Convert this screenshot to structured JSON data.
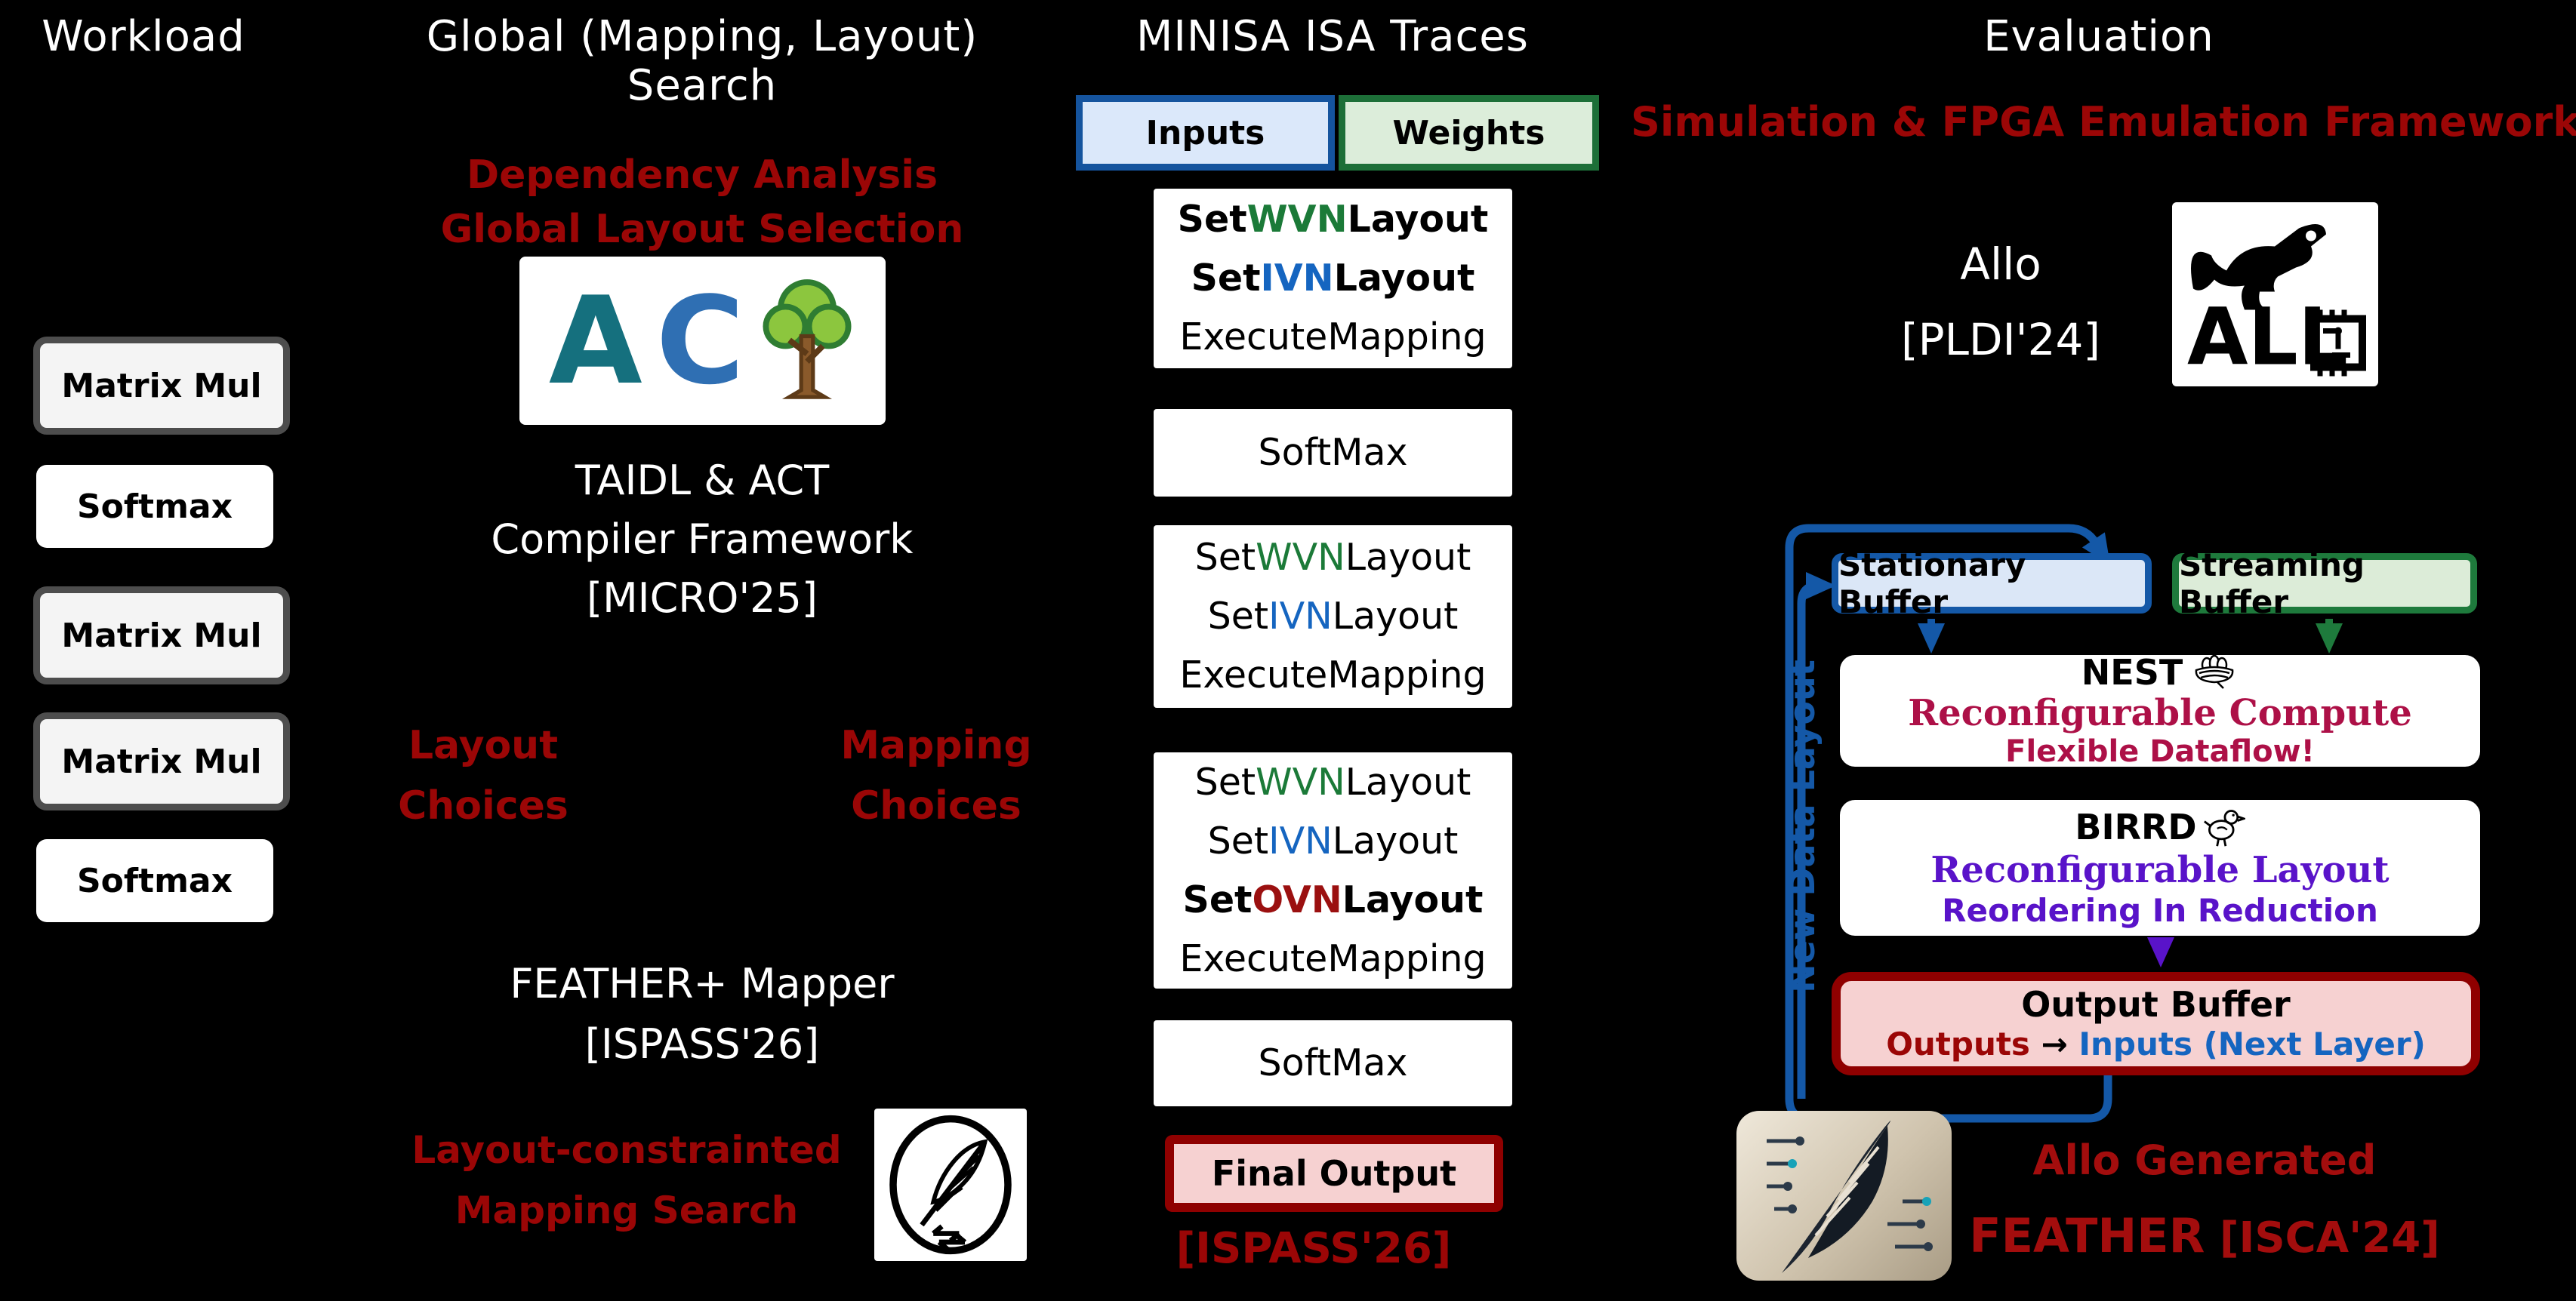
{
  "workload": {
    "title": "Workload",
    "boxes": [
      {
        "label": "Matrix Mul"
      },
      {
        "label": "Softmax"
      },
      {
        "label": "Matrix Mul"
      },
      {
        "label": "Matrix Mul"
      },
      {
        "label": "Softmax"
      }
    ]
  },
  "search": {
    "title": "Global (Mapping, Layout) Search",
    "dependency_line1": "Dependency Analysis",
    "dependency_line2": "Global Layout Selection",
    "act_logo_a": "A",
    "act_logo_c": "C",
    "act_caption_line1": "TAIDL & ACT",
    "act_caption_line2": "Compiler Framework",
    "act_caption_line3": "[MICRO'25]",
    "layout_choices_line1": "Layout",
    "layout_choices_line2": "Choices",
    "mapping_choices_line1": "Mapping",
    "mapping_choices_line2": "Choices",
    "mapper_line1": "FEATHER+ Mapper",
    "mapper_line2": "[ISPASS'26]",
    "constraint_line1": "Layout-constrainted",
    "constraint_line2": "Mapping Search"
  },
  "traces": {
    "title": "MINISA ISA Traces",
    "inputs_label": "Inputs",
    "weights_label": "Weights",
    "trace1": {
      "l1_pre": "Set",
      "l1_mid": "WVN",
      "l1_post": "Layout",
      "l2_pre": "Set",
      "l2_mid": "IVN",
      "l2_post": "Layout",
      "l3": "ExecuteMapping"
    },
    "softmax1": "SoftMax",
    "trace2": {
      "l1_pre": "Set",
      "l1_mid": "WVN",
      "l1_post": "Layout",
      "l2_pre": "Set",
      "l2_mid": "IVN",
      "l2_post": "Layout",
      "l3": "ExecuteMapping"
    },
    "trace3": {
      "l1_pre": "Set",
      "l1_mid": "WVN",
      "l1_post": "Layout",
      "l2_pre": "Set",
      "l2_mid": "IVN",
      "l2_post": "Layout",
      "l3_pre": "Set",
      "l3_mid": "OVN",
      "l3_post": "Layout",
      "l4": "ExecuteMapping"
    },
    "softmax2": "SoftMax",
    "final_output": "Final Output",
    "citation": "[ISPASS'26]"
  },
  "evaluation": {
    "title": "Evaluation",
    "subtitle": "Simulation & FPGA Emulation Framework",
    "allo_line1": "Allo",
    "allo_line2": "[PLDI'24]",
    "allo_logo_text": "ALL",
    "loop_label": "New Data Layout",
    "stationary_label": "Stationary Buffer",
    "streaming_label": "Streaming Buffer",
    "nest_name": "NEST",
    "nest_line1": "Reconfigurable Compute",
    "nest_line2": "Flexible Dataflow!",
    "birrd_name": "BIRRD",
    "birrd_line1": "Reconfigurable Layout",
    "birrd_line2": "Reordering In Reduction",
    "outbuf_title": "Output Buffer",
    "outbuf_outputs": "Outputs",
    "outbuf_arrow": "→",
    "outbuf_inputs": "Inputs (Next Layer)",
    "footer_line1": "Allo Generated",
    "footer_line2_strong": "FEATHER",
    "footer_line2_rest": " [ISCA'24]"
  },
  "colors": {
    "accent_red": "#9b0606",
    "wvn_green": "#1b7a38",
    "ivn_blue": "#1565c0",
    "ovn_red": "#9b1010",
    "nest_crimson": "#ad1047",
    "birrd_purple": "#5913c9",
    "loop_blue": "#1458a7",
    "stationary_fill": "#dbe7f7",
    "streaming_fill": "#dcecd8",
    "output_fill": "#f6d1d1"
  }
}
